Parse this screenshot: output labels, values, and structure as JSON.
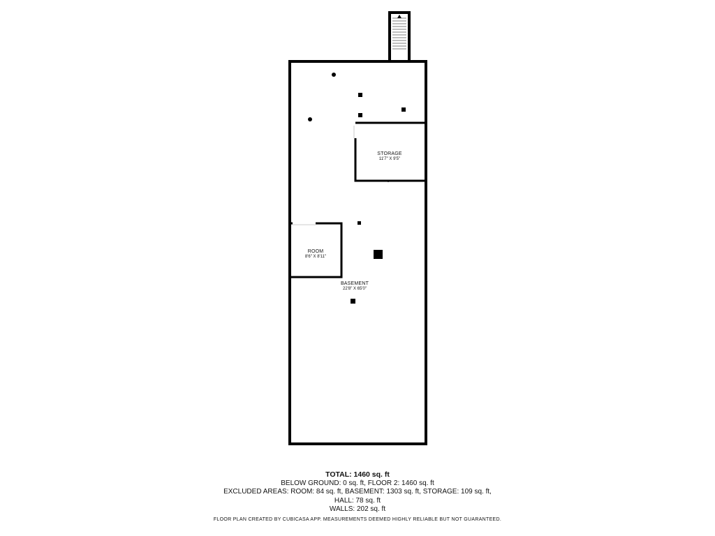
{
  "rooms": {
    "storage": {
      "name": "STORAGE",
      "dimensions": "11'7\" X 9'5\""
    },
    "room": {
      "name": "ROOM",
      "dimensions": "8'6\" X 8'11\""
    },
    "basement": {
      "name": "BASEMENT",
      "dimensions": "22'8\" X 65'0\""
    }
  },
  "summary": {
    "total": "TOTAL: 1460 sq. ft",
    "line1": "BELOW GROUND: 0 sq. ft, FLOOR 2: 1460 sq. ft",
    "line2": "EXCLUDED AREAS: ROOM: 84 sq. ft, BASEMENT: 1303 sq. ft, STORAGE: 109 sq. ft,",
    "line3": "HALL: 78 sq. ft",
    "line4": "WALLS: 202 sq. ft"
  },
  "footer": "FLOOR PLAN CREATED BY CUBICASA APP. MEASUREMENTS DEEMED HIGHLY RELIABLE BUT NOT GUARANTEED.",
  "colors": {
    "wall": "#000000",
    "background": "#ffffff"
  },
  "icons": {
    "stair_arrow": "up-arrow-icon"
  }
}
